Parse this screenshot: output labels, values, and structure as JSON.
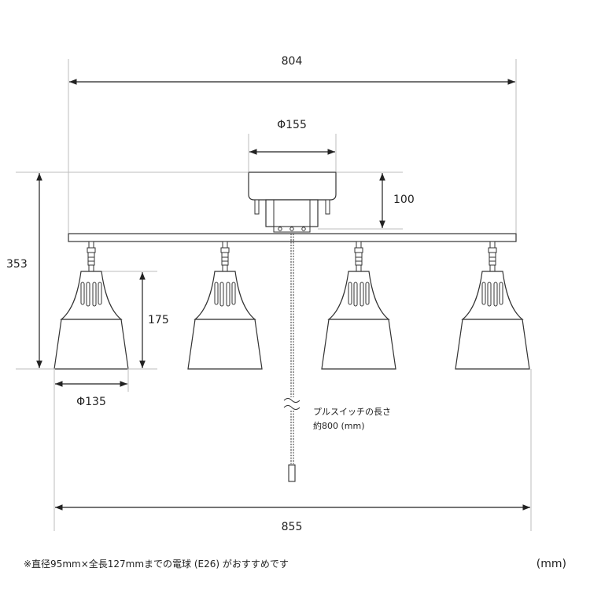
{
  "dimensions": {
    "overall_width": "804",
    "canopy_diameter": "Φ155",
    "canopy_height": "100",
    "total_height": "353",
    "shade_height": "175",
    "shade_diameter": "Φ135",
    "span_width": "855"
  },
  "pull_switch": {
    "line1": "プルスイッチの長さ",
    "line2": "約800 (mm)"
  },
  "footnote": "※直径95mm×全長127mmまでの電球 (E26) がおすすめです",
  "unit": "(mm)"
}
